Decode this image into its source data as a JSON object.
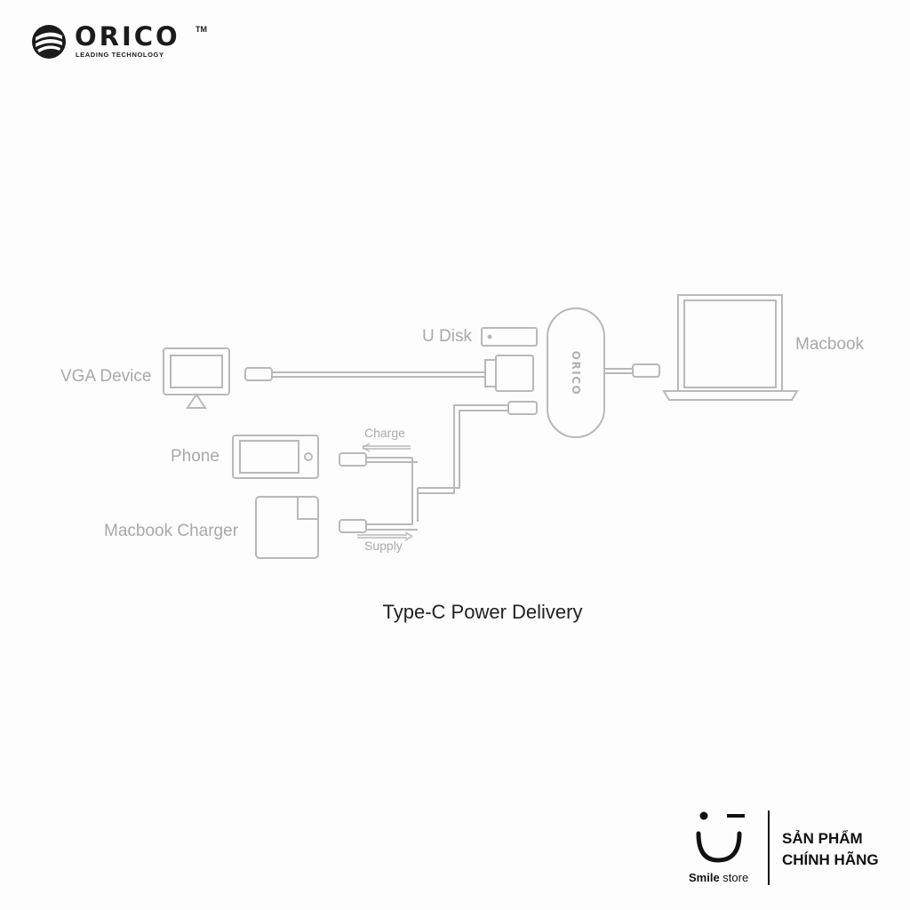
{
  "brand": {
    "name": "ORICO",
    "trademark": "TM",
    "tagline": "LEADING TECHNOLOGY"
  },
  "diagram": {
    "devices": {
      "vga": "VGA Device",
      "udisk": "U Disk",
      "phone": "Phone",
      "charger": "Macbook Charger",
      "laptop": "Macbook"
    },
    "flows": {
      "charge": "Charge",
      "supply": "Supply"
    },
    "hub_logo": "ORICO",
    "caption": "Type-C Power Delivery"
  },
  "store": {
    "name_bold": "Smile",
    "name_rest": " store",
    "badge_line1": "SẢN PHẨM",
    "badge_line2": "CHÍNH HÃNG"
  },
  "colors": {
    "line": "#b9b9b9",
    "label": "#a9a9a9",
    "brand": "#1b1b1b"
  }
}
